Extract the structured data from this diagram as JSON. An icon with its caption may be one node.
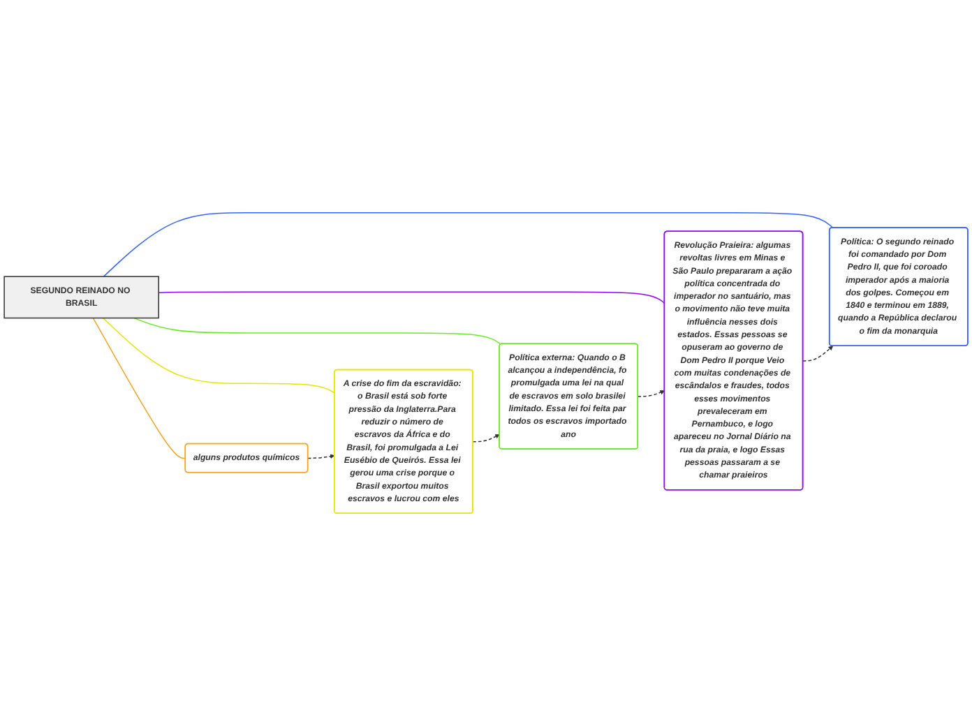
{
  "diagram": {
    "nodes": [
      {
        "text": [
          "SEGUNDO REINADO NO BRASIL"
        ]
      },
      {
        "text": [
          "Política: O segundo reinado foi comandado por Dom Pedro II, que foi coroado imperador após a maioria dos golpes. Começou em 1840 e terminou em 1889, quando a República declarou o fim da monarquia"
        ]
      },
      {
        "text": [
          "alguns produtos químicos"
        ]
      },
      {
        "text": [
          "A crise do fim da escravidão: o Brasil está sob forte pressão da Inglaterra.Para reduzir o número de escravos da África e do Brasil, foi promulgada a Lei Eusébio de Queirós. Essa lei gerou uma crise porque o Brasil exportou muitos escravos e lucrou com eles"
        ]
      },
      {
        "text": [
          "Revolução Praieira: algumas revoltas livres em Minas e São Paulo prepararam a ação política concentrada do imperador no santuário, mas o movimento não teve muita influência nesses dois estados. Essas pessoas se opuseram ao governo de Dom Pedro II porque Veio com muitas condenações de escândalos e fraudes, todos esses movimentos prevaleceram em Pernambuco, e logo apareceu no Jornal Diário na rua da praia, e logo Essas pessoas passaram a se chamar praieiros"
        ]
      },
      {
        "text": [
          "Política externa: Quando o B alcançou a independência, fo promulgada uma lei na qual de escravos em solo brasilei limitado. Essa lei foi feita par todos os escravos importado ano"
        ]
      }
    ],
    "edges": [
      {
        "from": 0,
        "to": 1,
        "arrow": "none",
        "color": "#3366ff"
      },
      {
        "from": 0,
        "to": 2,
        "arrow": "none",
        "color": "#f5a623"
      },
      {
        "from": 0,
        "to": 3,
        "arrow": "none",
        "color": "#e6e600"
      },
      {
        "from": 0,
        "to": 4,
        "arrow": "none",
        "color": "#9900ff"
      },
      {
        "from": 0,
        "to": 5,
        "arrow": "none",
        "color": "#66ee22"
      },
      {
        "from": 4,
        "to": 1,
        "arrow": "to",
        "style": "dashed"
      },
      {
        "from": 2,
        "to": 3,
        "arrow": "to",
        "style": "dashed"
      },
      {
        "from": 3,
        "to": 5,
        "arrow": "to",
        "style": "dashed"
      },
      {
        "from": 5,
        "to": 4,
        "arrow": "to",
        "style": "dashed"
      }
    ]
  }
}
